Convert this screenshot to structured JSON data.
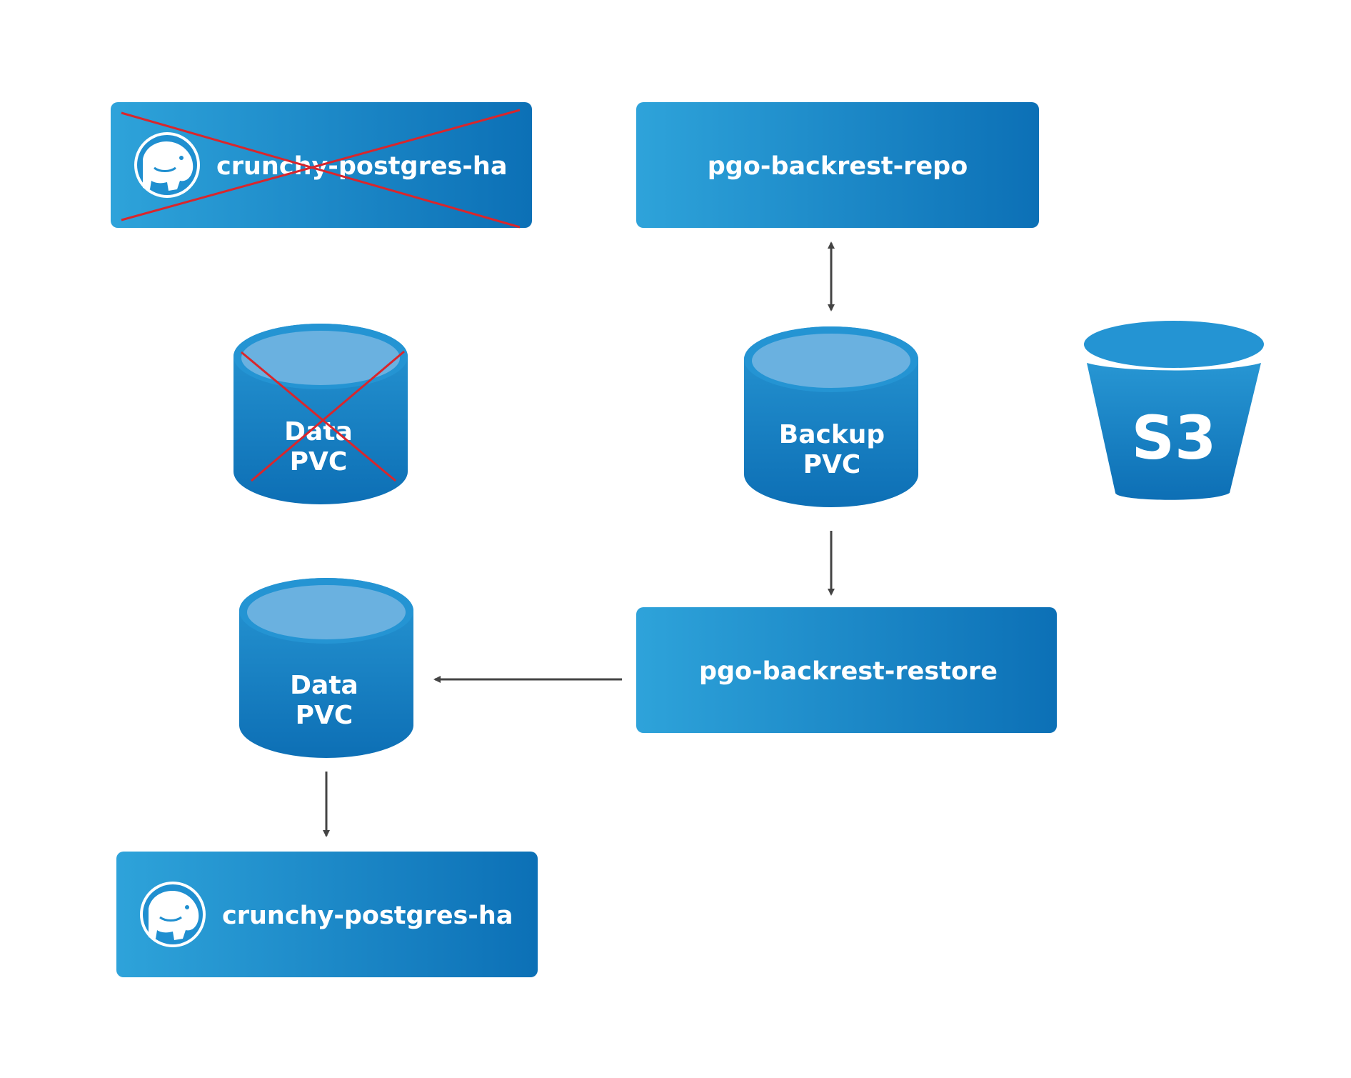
{
  "diagram": {
    "colors": {
      "gradient_start": "#2ea3da",
      "gradient_end": "#0c70b6",
      "cylinder_top": "#6ab1e0",
      "cross_out": "#d9262c",
      "arrow": "#444444",
      "background": "#ffffff"
    },
    "nodes": {
      "postgres_old": {
        "label": "crunchy-postgres-ha",
        "icon": "crunchy-elephant-logo",
        "status": "crossed-out"
      },
      "backrest_repo": {
        "label": "pgo-backrest-repo"
      },
      "data_pvc_old": {
        "line1": "Data",
        "line2": "PVC",
        "status": "crossed-out"
      },
      "backup_pvc": {
        "line1": "Backup",
        "line2": "PVC"
      },
      "s3_bucket": {
        "label": "S3",
        "icon": "s3-bucket-icon"
      },
      "data_pvc_new": {
        "line1": "Data",
        "line2": "PVC"
      },
      "backrest_restore": {
        "label": "pgo-backrest-restore"
      },
      "postgres_new": {
        "label": "crunchy-postgres-ha",
        "icon": "crunchy-elephant-logo"
      }
    },
    "edges": [
      {
        "from": "backrest_repo",
        "to": "backup_pvc",
        "direction": "both"
      },
      {
        "from": "backup_pvc",
        "to": "backrest_restore",
        "direction": "forward"
      },
      {
        "from": "backrest_restore",
        "to": "data_pvc_new",
        "direction": "forward"
      },
      {
        "from": "data_pvc_new",
        "to": "postgres_new",
        "direction": "forward"
      }
    ]
  }
}
